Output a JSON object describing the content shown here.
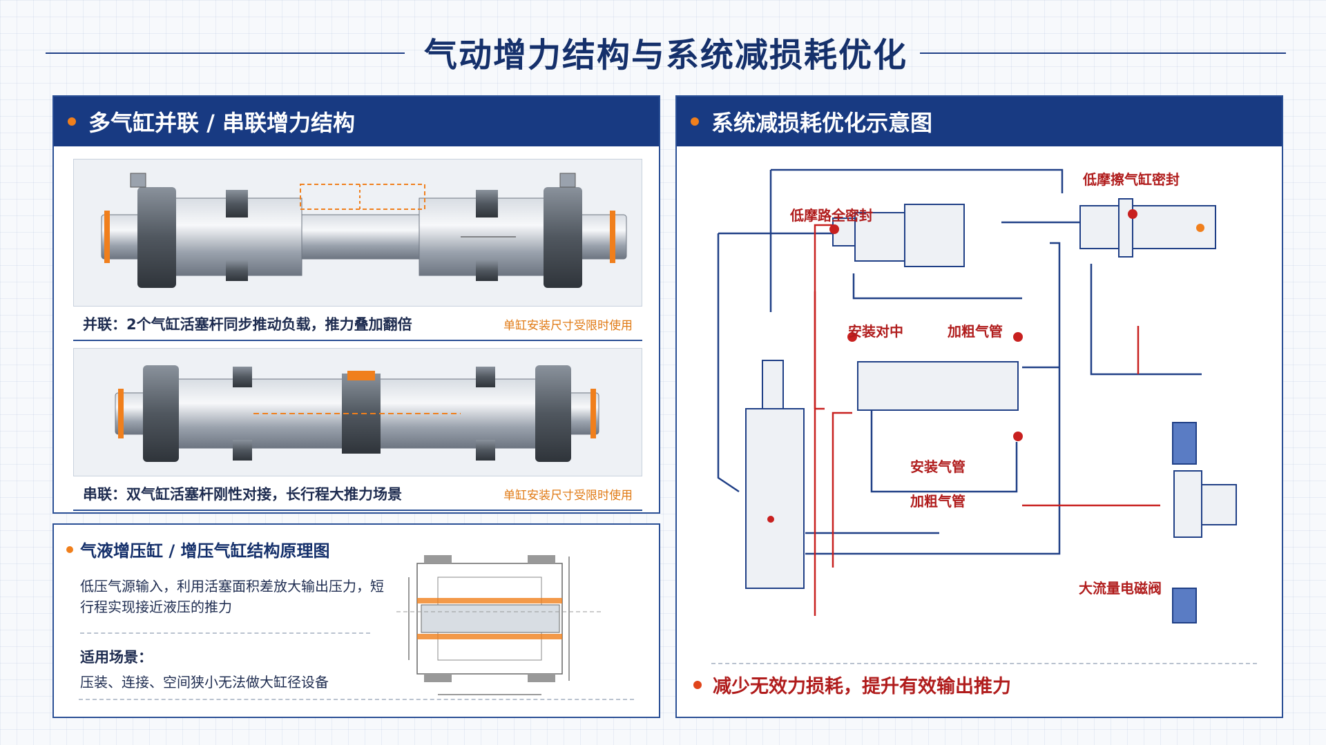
{
  "page": {
    "title": "气动增力结构与系统减损耗优化"
  },
  "left": {
    "header": "多气缸并联 / 串联增力结构",
    "parallel": {
      "caption": "并联：2个气缸活塞杆同步推动负载，推力叠加翻倍",
      "note": "单缸安装尺寸受限时使用"
    },
    "series": {
      "caption": "串联：双气缸活塞杆刚性对接，长行程大推力场景",
      "note": "单缸安装尺寸受限时使用"
    }
  },
  "booster": {
    "title": "气液增压缸 / 增压气缸结构原理图",
    "desc": "低压气源输入，利用活塞面积差放大输出压力，短行程实现接近液压的推力",
    "scene_title": "适用场景：",
    "scene_text": "压装、连接、空间狭小无法做大缸径设备"
  },
  "right": {
    "header": "系统减损耗优化示意图",
    "labels": {
      "seal_route": "低摩路全密封",
      "seal_cylinder": "低摩擦气缸密封",
      "align": "安装对中",
      "thick_pipe_1": "加粗气管",
      "install_pipe": "安装气管",
      "thick_pipe_2": "加粗气管",
      "valve": "大流量电磁阀"
    },
    "conclusion": "减少无效力损耗，提升有效输出推力"
  },
  "colors": {
    "navy": "#183a82",
    "accent": "#f07f1c",
    "red": "#c8201f",
    "blue_line": "#1f3f86"
  }
}
